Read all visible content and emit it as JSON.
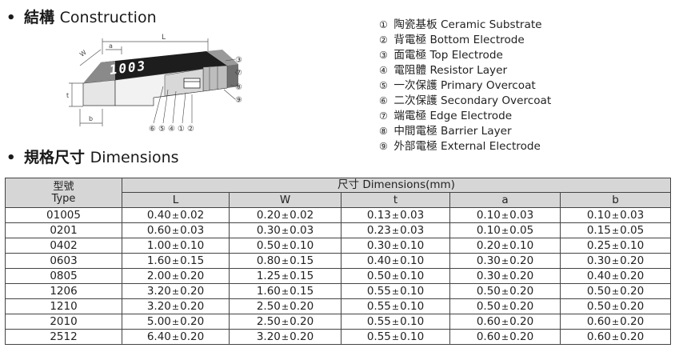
{
  "construction": {
    "bullet": "•",
    "title_cn": "結構",
    "title_en": "Construction"
  },
  "diagram": {
    "chip_marking": "1003",
    "dim_labels": {
      "length": "L",
      "width": "W",
      "a": "a",
      "thickness": "t",
      "b": "b"
    },
    "callouts_bottom": [
      "⑥",
      "⑤",
      "④",
      "①",
      "②"
    ],
    "callouts_right": [
      "③",
      "⑦",
      "⑧",
      "⑨"
    ]
  },
  "legend": [
    {
      "num": "①",
      "cn": "陶瓷基板",
      "en": "Ceramic Substrate"
    },
    {
      "num": "②",
      "cn": "背電極",
      "en": "Bottom Electrode"
    },
    {
      "num": "③",
      "cn": "面電極",
      "en": "Top Electrode"
    },
    {
      "num": "④",
      "cn": "電阻體",
      "en": "Resistor Layer"
    },
    {
      "num": "⑤",
      "cn": "一次保護",
      "en": "Primary Overcoat"
    },
    {
      "num": "⑥",
      "cn": "二次保護",
      "en": "Secondary Overcoat"
    },
    {
      "num": "⑦",
      "cn": "端電極",
      "en": "Edge Electrode"
    },
    {
      "num": "⑧",
      "cn": "中間電極",
      "en": "Barrier Layer"
    },
    {
      "num": "⑨",
      "cn": "外部電極",
      "en": "External Electrode"
    }
  ],
  "dimensions": {
    "bullet": "•",
    "title_cn": "規格尺寸",
    "title_en": "Dimensions"
  },
  "table": {
    "type_header_cn": "型號",
    "type_header_en": "Type",
    "group_header": "尺寸 Dimensions(mm)",
    "columns": [
      "L",
      "W",
      "t",
      "a",
      "b"
    ],
    "pm": "±",
    "rows": [
      {
        "type": "01005",
        "cells": [
          [
            "0.40",
            "0.02"
          ],
          [
            "0.20",
            "0.02"
          ],
          [
            "0.13",
            "0.03"
          ],
          [
            "0.10",
            "0.03"
          ],
          [
            "0.10",
            "0.03"
          ]
        ]
      },
      {
        "type": "0201",
        "cells": [
          [
            "0.60",
            "0.03"
          ],
          [
            "0.30",
            "0.03"
          ],
          [
            "0.23",
            "0.03"
          ],
          [
            "0.10",
            "0.05"
          ],
          [
            "0.15",
            "0.05"
          ]
        ]
      },
      {
        "type": "0402",
        "cells": [
          [
            "1.00",
            "0.10"
          ],
          [
            "0.50",
            "0.10"
          ],
          [
            "0.30",
            "0.10"
          ],
          [
            "0.20",
            "0.10"
          ],
          [
            "0.25",
            "0.10"
          ]
        ]
      },
      {
        "type": "0603",
        "cells": [
          [
            "1.60",
            "0.15"
          ],
          [
            "0.80",
            "0.15"
          ],
          [
            "0.40",
            "0.10"
          ],
          [
            "0.30",
            "0.20"
          ],
          [
            "0.30",
            "0.20"
          ]
        ]
      },
      {
        "type": "0805",
        "cells": [
          [
            "2.00",
            "0.20"
          ],
          [
            "1.25",
            "0.15"
          ],
          [
            "0.50",
            "0.10"
          ],
          [
            "0.30",
            "0.20"
          ],
          [
            "0.40",
            "0.20"
          ]
        ]
      },
      {
        "type": "1206",
        "cells": [
          [
            "3.20",
            "0.20"
          ],
          [
            "1.60",
            "0.15"
          ],
          [
            "0.55",
            "0.10"
          ],
          [
            "0.50",
            "0.20"
          ],
          [
            "0.50",
            "0.20"
          ]
        ]
      },
      {
        "type": "1210",
        "cells": [
          [
            "3.20",
            "0.20"
          ],
          [
            "2.50",
            "0.20"
          ],
          [
            "0.55",
            "0.10"
          ],
          [
            "0.50",
            "0.20"
          ],
          [
            "0.50",
            "0.20"
          ]
        ]
      },
      {
        "type": "2010",
        "cells": [
          [
            "5.00",
            "0.20"
          ],
          [
            "2.50",
            "0.20"
          ],
          [
            "0.55",
            "0.10"
          ],
          [
            "0.60",
            "0.20"
          ],
          [
            "0.60",
            "0.20"
          ]
        ]
      },
      {
        "type": "2512",
        "cells": [
          [
            "6.40",
            "0.20"
          ],
          [
            "3.20",
            "0.20"
          ],
          [
            "0.55",
            "0.10"
          ],
          [
            "0.60",
            "0.20"
          ],
          [
            "0.60",
            "0.20"
          ]
        ]
      }
    ]
  }
}
